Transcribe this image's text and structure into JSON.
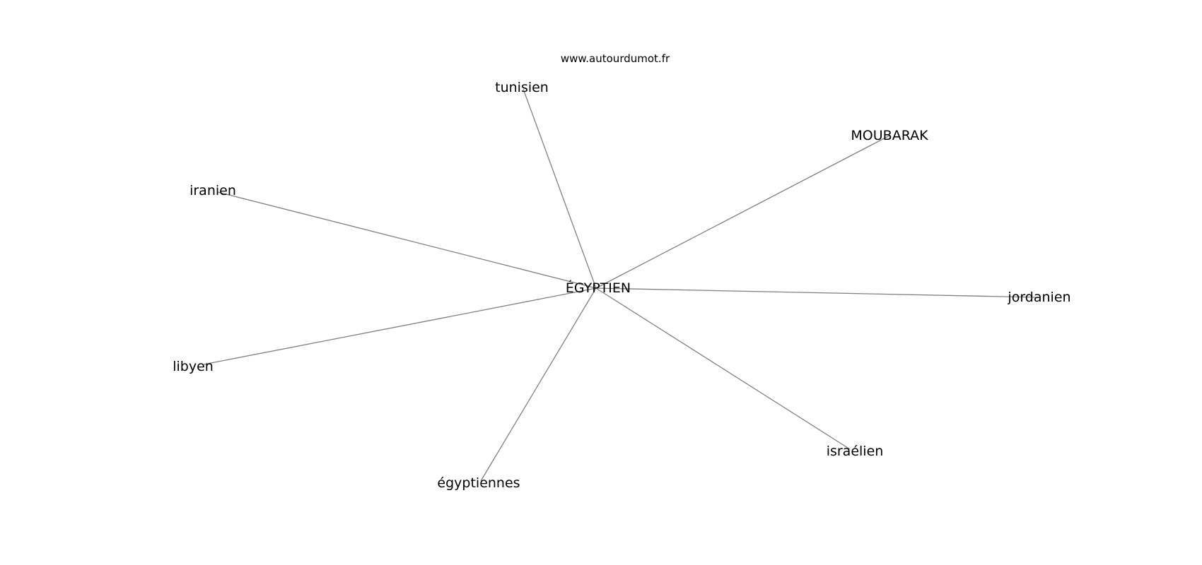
{
  "watermark": "www.autourdumot.fr",
  "graph": {
    "center": "ÉGYPTIEN",
    "nodes": [
      "tunisien",
      "MOUBARAK",
      "iranien",
      "jordanien",
      "libyen",
      "israélien",
      "égyptiennes"
    ]
  },
  "colors": {
    "edge": "#808080",
    "text": "#000000",
    "background": "#ffffff"
  }
}
